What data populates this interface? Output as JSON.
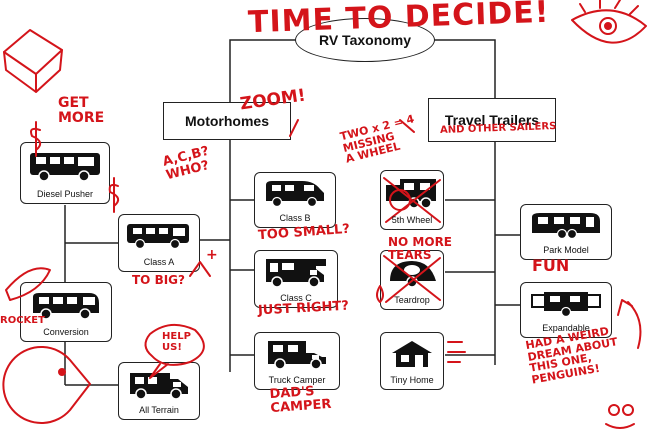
{
  "diagram": {
    "root": "RV Taxonomy",
    "branches": {
      "motorhomes": "Motorhomes",
      "travel_trailers": "Travel Trailers"
    },
    "nodes": {
      "diesel_pusher": "Diesel Pusher",
      "class_a": "Class A",
      "conversion": "Conversion",
      "all_terrain": "All Terrain",
      "class_b": "Class B",
      "class_c": "Class C",
      "truck_camper": "Truck Camper",
      "fifth_wheel": "5th Wheel",
      "teardrop": "Teardrop",
      "tiny_home": "Tiny Home",
      "park_model": "Park Model",
      "expandable": "Expandable"
    }
  },
  "annotations": {
    "title": "TIME TO DECIDE!",
    "get_more": "GET\nMORE",
    "zoom": "ZOOM!",
    "abc_who": "A,C,B?\nWHO?",
    "class_a_plus": "+",
    "too_big": "TO BIG?",
    "too_small": "TOO SMALL?",
    "just_right": "JUST RIGHT?",
    "dads_camper": "DAD'S\nCAMPER",
    "help_us": "HELP\nUS!",
    "rocket": "ROCKET",
    "two_wheels": "TWO x 2 = 4\nMISSING\nA WHEEL",
    "and_other": "AND OTHER SAILERS",
    "no_more_tears": "NO MORE\nTEARS",
    "fun": "FUN",
    "weird_dream": "HAD A WEIRD\nDREAM ABOUT\nTHIS ONE,\nPENGUINS!"
  },
  "colors": {
    "ink": "#d4141a",
    "line": "#222222"
  }
}
